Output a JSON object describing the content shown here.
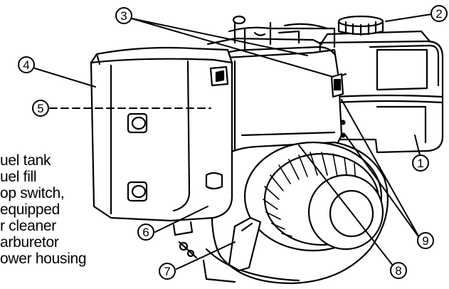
{
  "diagram": {
    "callouts": [
      "1",
      "2",
      "3",
      "4",
      "5",
      "6",
      "7",
      "8",
      "9"
    ],
    "legend": [
      "uel tank",
      "uel fill",
      "op switch,",
      "equipped",
      "r cleaner",
      "arburetor",
      "ower housing"
    ]
  }
}
